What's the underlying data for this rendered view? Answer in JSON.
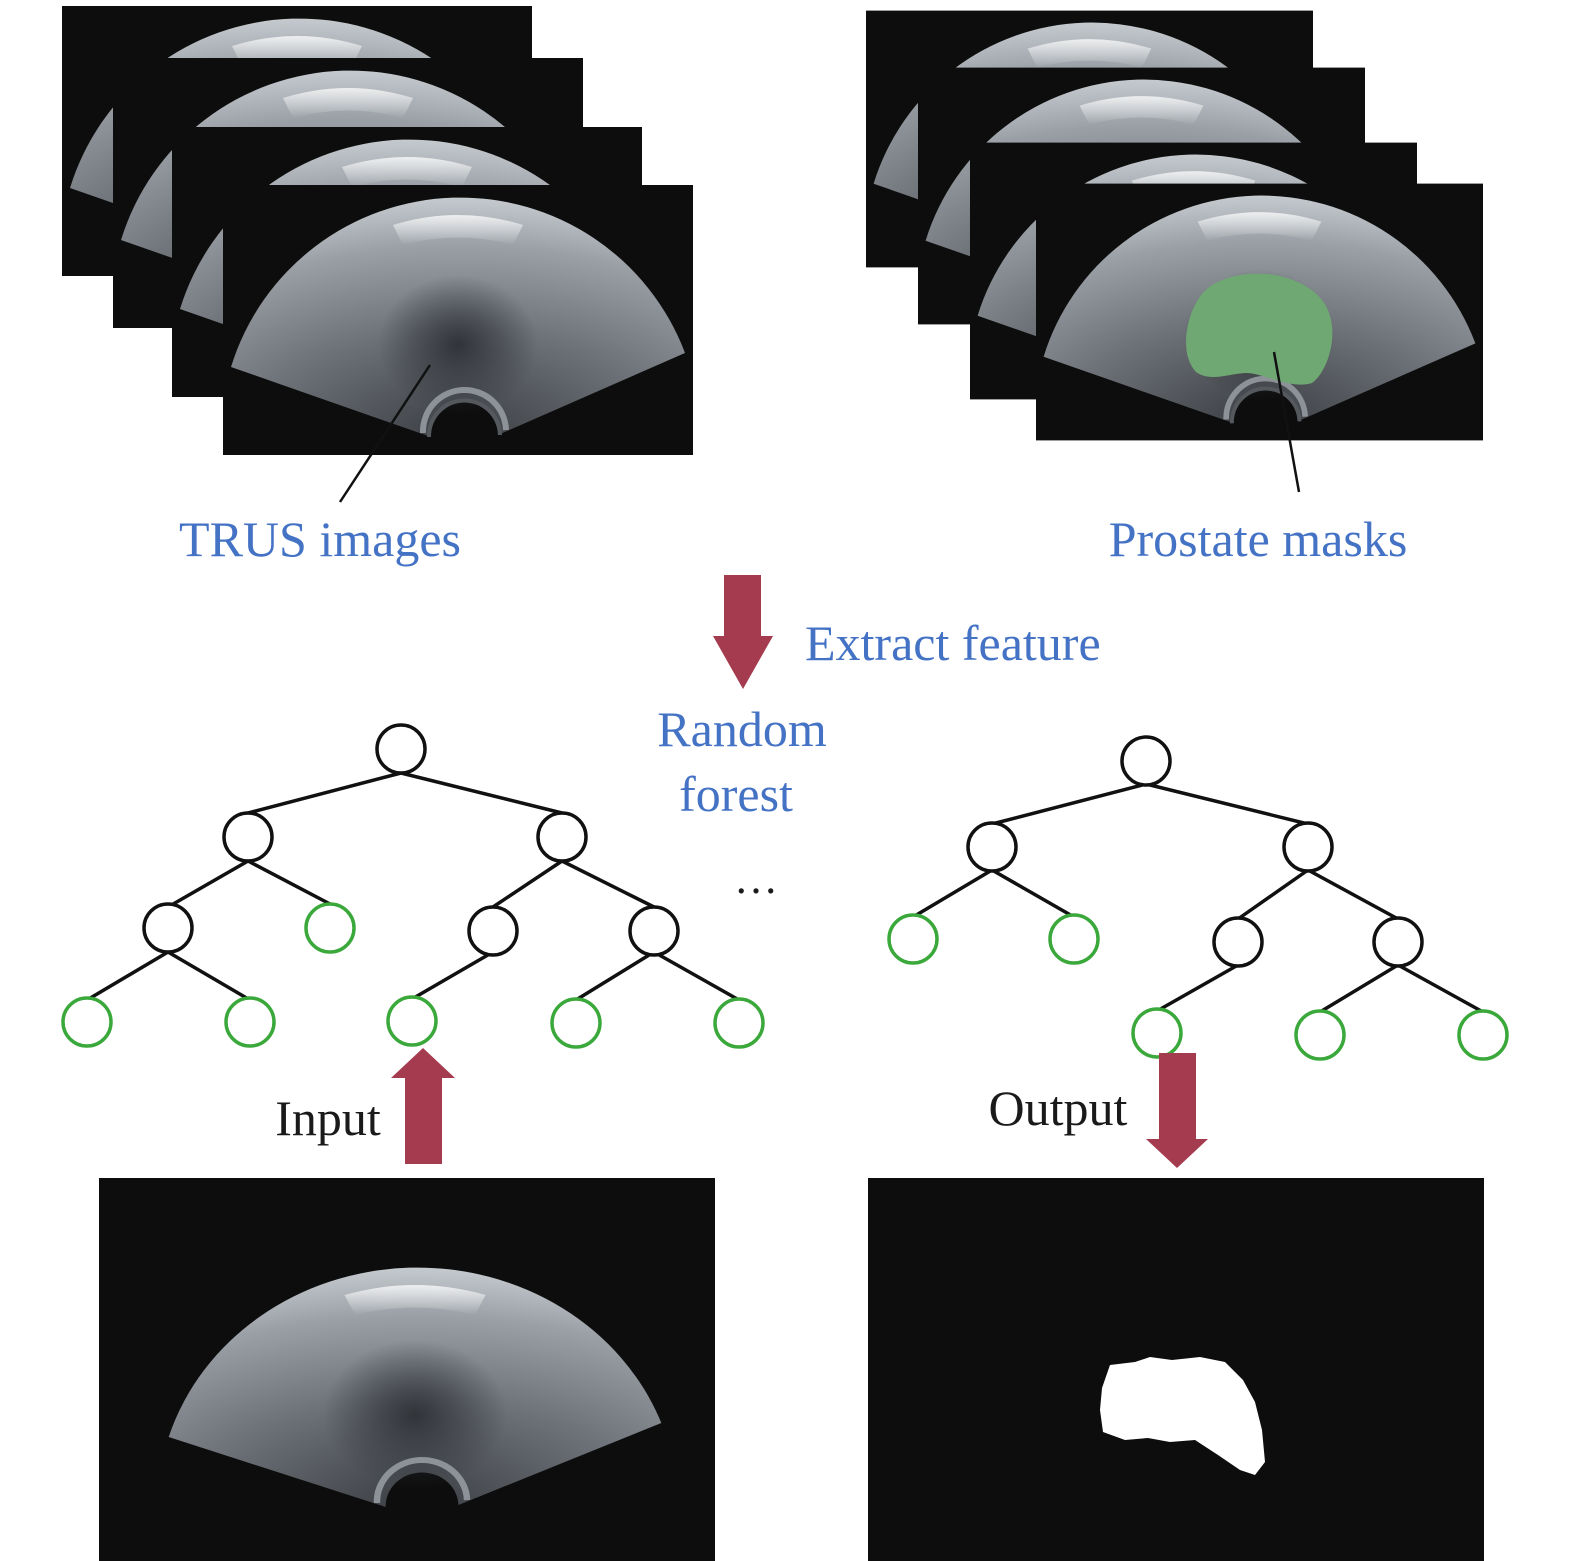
{
  "labels": {
    "trus_images": "TRUS images",
    "prostate_masks": "Prostate masks",
    "extract_feature": "Extract feature",
    "random_forest_line1": "Random",
    "random_forest_line2": "forest",
    "ellipsis": "…",
    "input": "Input",
    "output": "Output"
  },
  "colors": {
    "label_blue": "#4472c4",
    "arrow": "#a53b4e",
    "leaf_node": "#3aa83a",
    "internal_node": "#111111",
    "mask_green": "#6fa872",
    "image_background": "#0d0d0d"
  }
}
